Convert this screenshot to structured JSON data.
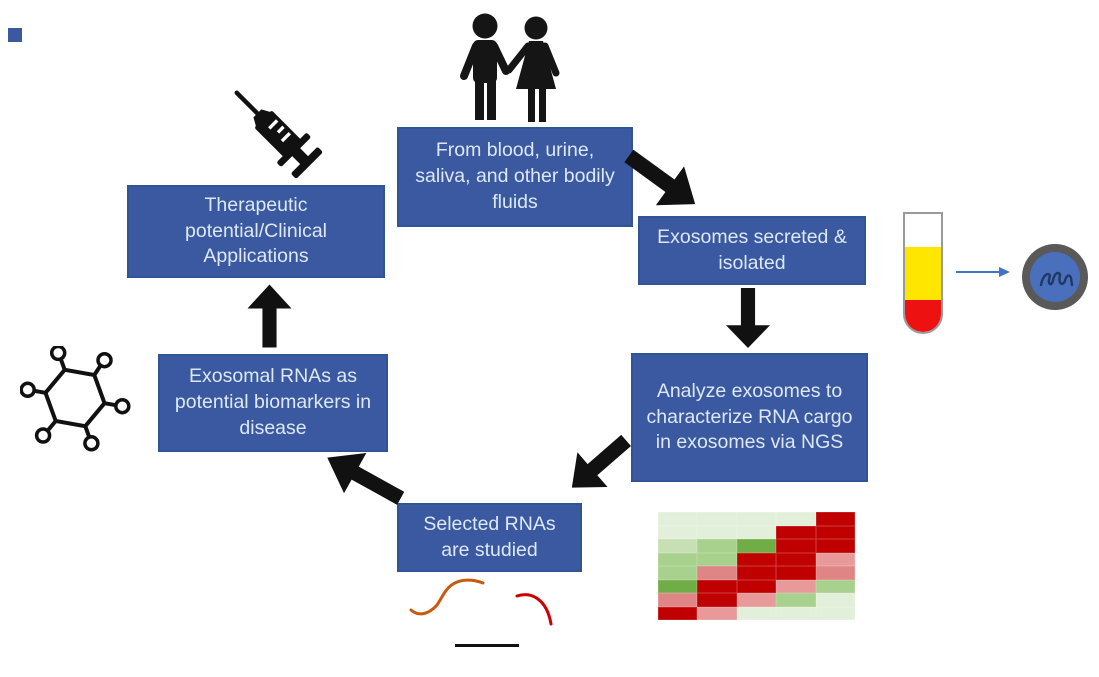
{
  "figure": {
    "background": "#ffffff",
    "box_fill": "#3a59a0",
    "box_border": "#2f5597",
    "box_text_color": "#dde8f4",
    "arrow_color": "#111111",
    "icon_color": "#151515"
  },
  "boxes": {
    "bodily_fluids": "From blood, urine, saliva, and other bodily fluids",
    "exosomes_isolated": "Exosomes secreted & isolated",
    "analyze_ngs": "Analyze exosomes to characterize RNA cargo in exosomes via NGS",
    "selected_rnas": "Selected RNAs are studied",
    "biomarkers": "Exosomal RNAs as potential biomarkers in disease",
    "therapeutic": "Therapeutic potential/Clinical Applications"
  },
  "icons": {
    "people": "man-and-woman-couple-silhouette",
    "syringe": "syringe",
    "molecule": "hexagonal-molecule-ring",
    "test_tube": "centrifuged-sample-tube",
    "exosome": "exosome-vesicle-with-rna",
    "rna_strands": "rna-fragment-squiggles",
    "heatmap": "expression-heatmap"
  },
  "tube": {
    "layers": [
      {
        "name": "plasma-top",
        "color": "#ffffff",
        "pct": 28
      },
      {
        "name": "middle-layer",
        "color": "#ffe600",
        "pct": 45
      },
      {
        "name": "bottom-layer",
        "color": "#ee1111",
        "pct": 27
      }
    ],
    "arrow_color": "#4472c4"
  },
  "exosome": {
    "ring_color": "#595959",
    "body_color": "#4a6fbd",
    "rna_color": "#1f3864"
  },
  "rna": {
    "left_strand_color": "#c55a11",
    "right_strand_color": "#cc0000",
    "scale_bar_color": "#111111"
  },
  "heatmap": {
    "type": "heatmap",
    "columns": 5,
    "rows": [
      [
        "#e2efda",
        "#e2efda",
        "#e2efda",
        "#e2efda",
        "#c00000"
      ],
      [
        "#e2efda",
        "#e2efda",
        "#e2efda",
        "#c00000",
        "#c00000"
      ],
      [
        "#c6e0b4",
        "#a9d18e",
        "#70ad47",
        "#c00000",
        "#c00000"
      ],
      [
        "#a9d18e",
        "#a9d18e",
        "#c00000",
        "#c00000",
        "#e89a9a"
      ],
      [
        "#a9d18e",
        "#e08585",
        "#c00000",
        "#c00000",
        "#e08585"
      ],
      [
        "#70ad47",
        "#c00000",
        "#c00000",
        "#e89a9a",
        "#a9d18e"
      ],
      [
        "#e08585",
        "#c00000",
        "#e89a9a",
        "#a9d18e",
        "#e2efda"
      ],
      [
        "#c00000",
        "#e89a9a",
        "#e2efda",
        "#e2efda",
        "#e2efda"
      ]
    ]
  }
}
